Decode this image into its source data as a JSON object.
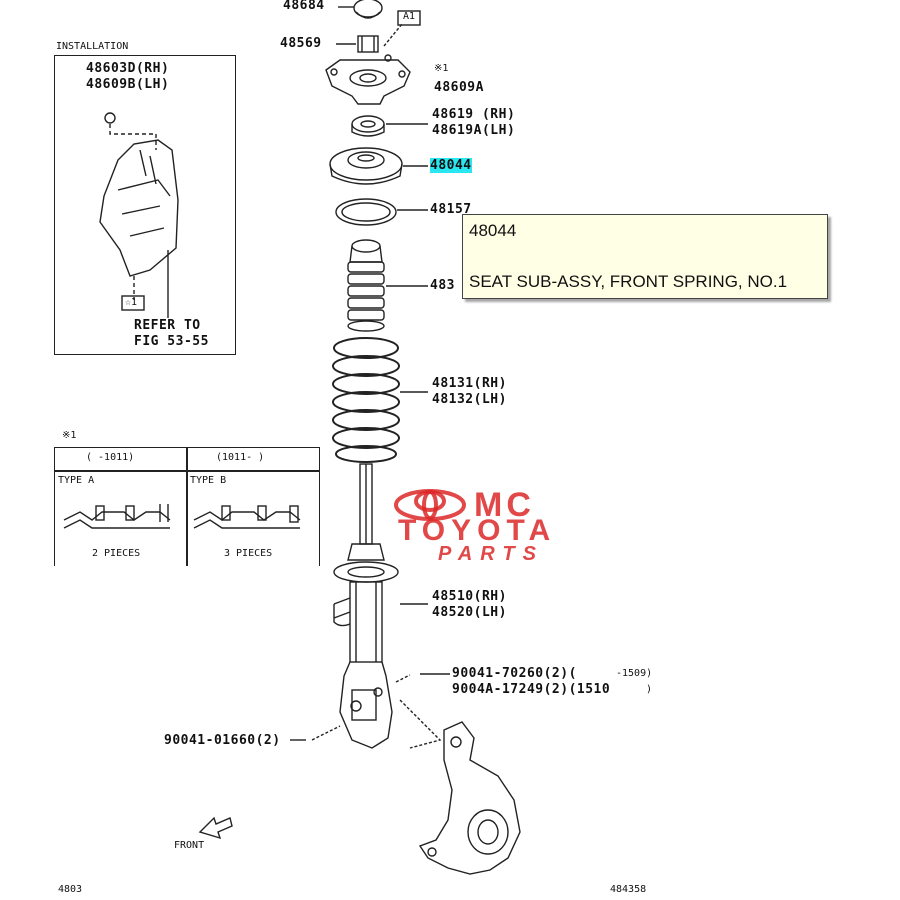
{
  "labels": {
    "p48684": "48684",
    "a1": "A1",
    "p48569": "48569",
    "installation": "INSTALLATION",
    "p48603": "48603D(RH)",
    "p48609b": "48609B(LH)",
    "star1_top": "※1",
    "p48609a": "48609A",
    "p48619": "48619 (RH)",
    "p48619a": "48619A(LH)",
    "p48044": "48044",
    "p48157": "48157",
    "p483": "483",
    "star1_inst": "☆1",
    "refer_to": "REFER TO",
    "fig": "FIG 53-55",
    "p48131": "48131(RH)",
    "p48132": "48132(LH)",
    "star1_table": "※1",
    "col1_head": "(    -1011)",
    "col2_head": "(1011-    )",
    "type_a": "TYPE A",
    "type_b": "TYPE B",
    "pieces_a": "2 PIECES",
    "pieces_b": "3 PIECES",
    "p48510": "48510(RH)",
    "p48520": "48520(LH)",
    "bolt1": "90041-70260(2)(",
    "bolt1_range": "-1509)",
    "bolt2": "9004A-17249(2)(1510",
    "bolt2_range": ")",
    "bolt3": "90041-01660(2)",
    "front": "FRONT",
    "footer_left": "4803",
    "footer_right": "484358"
  },
  "tooltip": {
    "part_number": "48044",
    "description": "SEAT SUB-ASSY, FRONT SPRING, NO.1"
  },
  "watermark": {
    "line1": "MC",
    "line2": "TOYOTA",
    "line3": "PARTS",
    "color": "#dc2828"
  },
  "colors": {
    "highlight": "#29e6f0",
    "tooltip_bg": "#ffffe6"
  }
}
